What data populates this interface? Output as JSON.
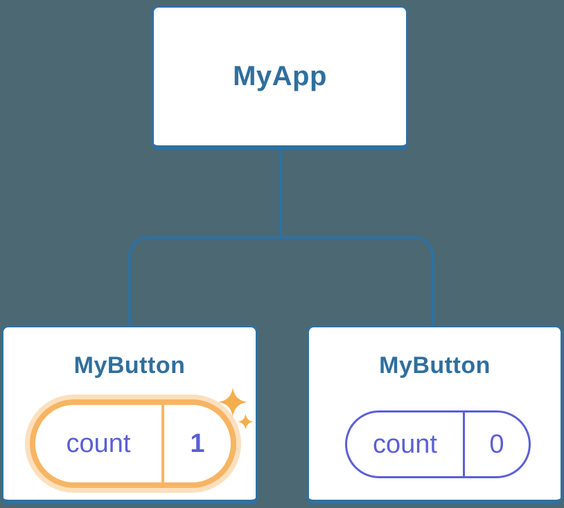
{
  "diagram": {
    "description": "Component tree with state",
    "root": {
      "label": "MyApp"
    },
    "children": [
      {
        "label": "MyButton",
        "state": {
          "name": "count",
          "value": "1"
        },
        "highlighted": true
      },
      {
        "label": "MyButton",
        "state": {
          "name": "count",
          "value": "0"
        },
        "highlighted": false
      }
    ]
  },
  "colors": {
    "background": "#4C6873",
    "connector_blue": "#2E71A0",
    "title_blue": "#2F6F9E",
    "state_purple": "#5B5FD6",
    "highlight_orange": "#F7B563",
    "sparkle_orange": "#F4AE4D",
    "node_bg": "#FFFFFF"
  }
}
